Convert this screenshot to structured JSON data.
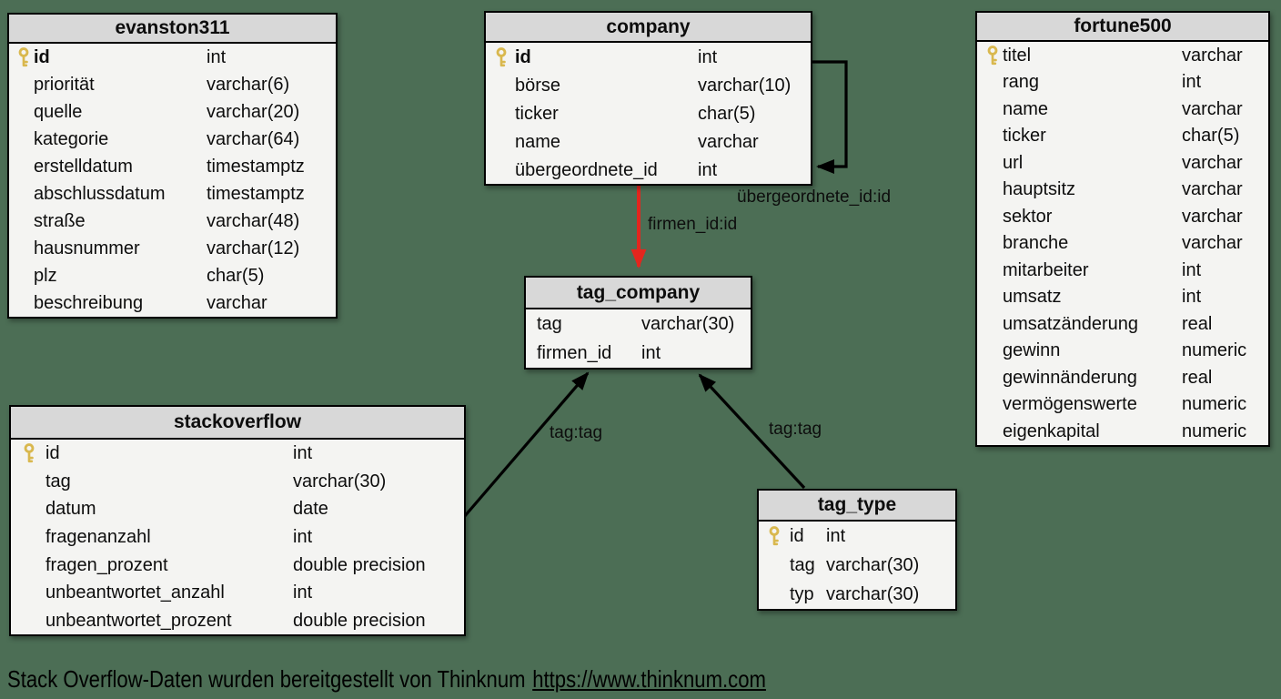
{
  "diagram": {
    "background_color": "#4c6e55",
    "header_color": "#d8d8d8",
    "body_color": "#f4f4f2",
    "accent_red": "#e3261e",
    "key_icon_color": "#d9b84e",
    "tables": [
      {
        "name": "evanston311",
        "columns": [
          {
            "key": true,
            "bold": true,
            "name": "id",
            "type": "int"
          },
          {
            "key": false,
            "bold": false,
            "name": "priorität",
            "type": "varchar(6)"
          },
          {
            "key": false,
            "bold": false,
            "name": "quelle",
            "type": "varchar(20)"
          },
          {
            "key": false,
            "bold": false,
            "name": "kategorie",
            "type": "varchar(64)"
          },
          {
            "key": false,
            "bold": false,
            "name": "erstelldatum",
            "type": "timestamptz"
          },
          {
            "key": false,
            "bold": false,
            "name": "abschlussdatum",
            "type": "timestamptz"
          },
          {
            "key": false,
            "bold": false,
            "name": "straße",
            "type": "varchar(48)"
          },
          {
            "key": false,
            "bold": false,
            "name": "hausnummer",
            "type": "varchar(12)"
          },
          {
            "key": false,
            "bold": false,
            "name": "plz",
            "type": "char(5)"
          },
          {
            "key": false,
            "bold": false,
            "name": "beschreibung",
            "type": "varchar"
          }
        ]
      },
      {
        "name": "company",
        "columns": [
          {
            "key": true,
            "bold": true,
            "name": "id",
            "type": "int"
          },
          {
            "key": false,
            "bold": false,
            "name": "börse",
            "type": "varchar(10)"
          },
          {
            "key": false,
            "bold": false,
            "name": "ticker",
            "type": "char(5)"
          },
          {
            "key": false,
            "bold": false,
            "name": "name",
            "type": "varchar"
          },
          {
            "key": false,
            "bold": false,
            "name": "übergeordnete_id",
            "type": "int"
          }
        ]
      },
      {
        "name": "fortune500",
        "columns": [
          {
            "key": true,
            "bold": false,
            "name": "titel",
            "type": "varchar"
          },
          {
            "key": false,
            "bold": false,
            "name": "rang",
            "type": "int"
          },
          {
            "key": false,
            "bold": false,
            "name": "name",
            "type": "varchar"
          },
          {
            "key": false,
            "bold": false,
            "name": "ticker",
            "type": "char(5)"
          },
          {
            "key": false,
            "bold": false,
            "name": "url",
            "type": "varchar"
          },
          {
            "key": false,
            "bold": false,
            "name": "hauptsitz",
            "type": "varchar"
          },
          {
            "key": false,
            "bold": false,
            "name": "sektor",
            "type": "varchar"
          },
          {
            "key": false,
            "bold": false,
            "name": "branche",
            "type": "varchar"
          },
          {
            "key": false,
            "bold": false,
            "name": "mitarbeiter",
            "type": "int"
          },
          {
            "key": false,
            "bold": false,
            "name": "umsatz",
            "type": "int"
          },
          {
            "key": false,
            "bold": false,
            "name": "umsatzänderung",
            "type": "real"
          },
          {
            "key": false,
            "bold": false,
            "name": "gewinn",
            "type": "numeric"
          },
          {
            "key": false,
            "bold": false,
            "name": "gewinnänderung",
            "type": "real"
          },
          {
            "key": false,
            "bold": false,
            "name": "vermögenswerte",
            "type": "numeric"
          },
          {
            "key": false,
            "bold": false,
            "name": "eigenkapital",
            "type": "numeric"
          }
        ]
      },
      {
        "name": "tag_company",
        "columns": [
          {
            "key": false,
            "bold": false,
            "name": "tag",
            "type": "varchar(30)"
          },
          {
            "key": false,
            "bold": false,
            "name": "firmen_id",
            "type": "int"
          }
        ]
      },
      {
        "name": "stackoverflow",
        "columns": [
          {
            "key": true,
            "bold": false,
            "name": "id",
            "type": "int"
          },
          {
            "key": false,
            "bold": false,
            "name": "tag",
            "type": "varchar(30)"
          },
          {
            "key": false,
            "bold": false,
            "name": "datum",
            "type": "date"
          },
          {
            "key": false,
            "bold": false,
            "name": "fragenanzahl",
            "type": "int"
          },
          {
            "key": false,
            "bold": false,
            "name": "fragen_prozent",
            "type": "double precision"
          },
          {
            "key": false,
            "bold": false,
            "name": "unbeantwortet_anzahl",
            "type": "int"
          },
          {
            "key": false,
            "bold": false,
            "name": "unbeantwortet_prozent",
            "type": "double precision"
          }
        ]
      },
      {
        "name": "tag_type",
        "columns": [
          {
            "key": true,
            "bold": false,
            "name": "id",
            "type": "int"
          },
          {
            "key": false,
            "bold": false,
            "name": "tag",
            "type": "varchar(30)"
          },
          {
            "key": false,
            "bold": false,
            "name": "typ",
            "type": "varchar(30)"
          }
        ]
      }
    ],
    "relationships": [
      {
        "id": "company-self",
        "label": "übergeordnete_id:id",
        "color": "#000000"
      },
      {
        "id": "company-tag_company",
        "label": "firmen_id:id",
        "color": "#e3261e"
      },
      {
        "id": "stackoverflow-tag_company",
        "label": "tag:tag",
        "color": "#000000"
      },
      {
        "id": "tag_type-tag_company",
        "label": "tag:tag",
        "color": "#000000"
      }
    ],
    "footer": {
      "text": "Stack Overflow-Daten wurden bereitgestellt von Thinknum",
      "link": "https://www.thinknum.com"
    }
  }
}
